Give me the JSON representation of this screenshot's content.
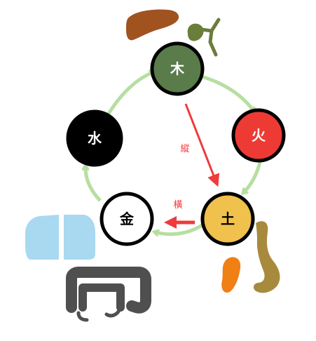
{
  "colors": {
    "cycle_line": "#b7dea1",
    "control_arrow": "#ee3b3b",
    "wood": "#5a7b4a",
    "fire": "#ee3a35",
    "earth": "#f0c14c",
    "metal": "#ffffff",
    "water": "#000000",
    "liver": "#a0521f",
    "gallbladder": "#6b7d3a",
    "spleen": "#f07f14",
    "stomach": "#a88a3c",
    "lungs": "#a8d9f0",
    "colon": "#4f4f4f"
  },
  "elements": {
    "wood": "木",
    "fire": "火",
    "earth": "土",
    "metal": "金",
    "water": "水"
  },
  "arrows": {
    "vertical": "縱",
    "horizontal": "橫"
  },
  "icons": {
    "wood": [
      "liver-icon",
      "gallbladder-icon"
    ],
    "earth": [
      "spleen-icon",
      "stomach-icon"
    ],
    "metal": [
      "lungs-icon",
      "large-intestine-icon"
    ]
  }
}
